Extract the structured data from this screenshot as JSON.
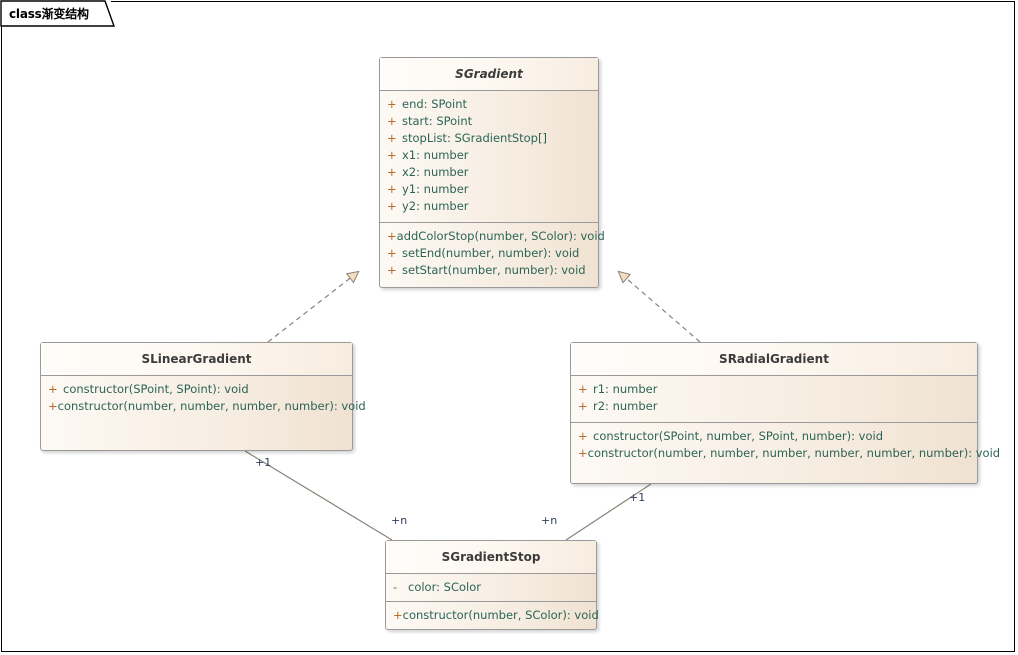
{
  "frame": {
    "tab_label": "class渐变结构",
    "border_color": "#000000"
  },
  "theme": {
    "box_border": "#9a9a9a",
    "box_fill_start": "#fdf9f4",
    "box_fill_end": "#f0e2d2",
    "title_text": "#3c3c3c",
    "member_text": "#2b6456",
    "public_marker": "#b86a2a",
    "private_marker": "#7a6a5c",
    "link_color": "#8a8178",
    "arrow_fill": "#f3ddbe",
    "multiplicity_text": "#2d3f57"
  },
  "classes": [
    {
      "id": "sgradient",
      "name": "SGradient",
      "abstract": true,
      "attributes": [
        {
          "visibility": "+",
          "text": "end: SPoint"
        },
        {
          "visibility": "+",
          "text": "start: SPoint"
        },
        {
          "visibility": "+",
          "text": "stopList: SGradientStop[]"
        },
        {
          "visibility": "+",
          "text": "x1: number"
        },
        {
          "visibility": "+",
          "text": "x2: number"
        },
        {
          "visibility": "+",
          "text": "y1: number"
        },
        {
          "visibility": "+",
          "text": "y2: number"
        }
      ],
      "methods": [
        {
          "visibility": "+",
          "text": "addColorStop(number, SColor): void"
        },
        {
          "visibility": "+",
          "text": "setEnd(number, number): void"
        },
        {
          "visibility": "+",
          "text": "setStart(number, number): void"
        }
      ]
    },
    {
      "id": "slineargradient",
      "name": "SLinearGradient",
      "abstract": false,
      "attributes": [],
      "methods": [
        {
          "visibility": "+",
          "text": "constructor(SPoint, SPoint): void"
        },
        {
          "visibility": "+",
          "text": "constructor(number, number, number, number): void"
        }
      ]
    },
    {
      "id": "sradialgradient",
      "name": "SRadialGradient",
      "abstract": false,
      "attributes": [
        {
          "visibility": "+",
          "text": "r1: number"
        },
        {
          "visibility": "+",
          "text": "r2: number"
        }
      ],
      "methods": [
        {
          "visibility": "+",
          "text": "constructor(SPoint, number, SPoint, number): void"
        },
        {
          "visibility": "+",
          "text": "constructor(number, number, number, number, number, number): void"
        }
      ]
    },
    {
      "id": "sgradientstop",
      "name": "SGradientStop",
      "abstract": false,
      "attributes": [
        {
          "visibility": "-",
          "text": "color: SColor"
        }
      ],
      "methods": [
        {
          "visibility": "+",
          "text": "constructor(number, SColor): void"
        }
      ]
    }
  ],
  "relationships": [
    {
      "id": "linear-realizes-gradient",
      "type": "realization",
      "from": "SLinearGradient",
      "to": "SGradient",
      "style": "dashed",
      "arrow": "hollow-triangle",
      "multiplicity_from": "",
      "multiplicity_to": ""
    },
    {
      "id": "radial-realizes-gradient",
      "type": "realization",
      "from": "SRadialGradient",
      "to": "SGradient",
      "style": "dashed",
      "arrow": "hollow-triangle",
      "multiplicity_from": "",
      "multiplicity_to": ""
    },
    {
      "id": "linear-has-stops",
      "type": "association",
      "from": "SLinearGradient",
      "to": "SGradientStop",
      "style": "solid",
      "arrow": "none",
      "multiplicity_from": "+1",
      "multiplicity_to": "+n"
    },
    {
      "id": "radial-has-stops",
      "type": "association",
      "from": "SRadialGradient",
      "to": "SGradientStop",
      "style": "solid",
      "arrow": "none",
      "multiplicity_from": "+1",
      "multiplicity_to": "+n"
    }
  ],
  "multiplicity_labels": [
    {
      "id": "linear-1",
      "text": "+1"
    },
    {
      "id": "stop-n-left",
      "text": "+n"
    },
    {
      "id": "stop-n-right",
      "text": "+n"
    },
    {
      "id": "radial-1",
      "text": "+1"
    }
  ]
}
